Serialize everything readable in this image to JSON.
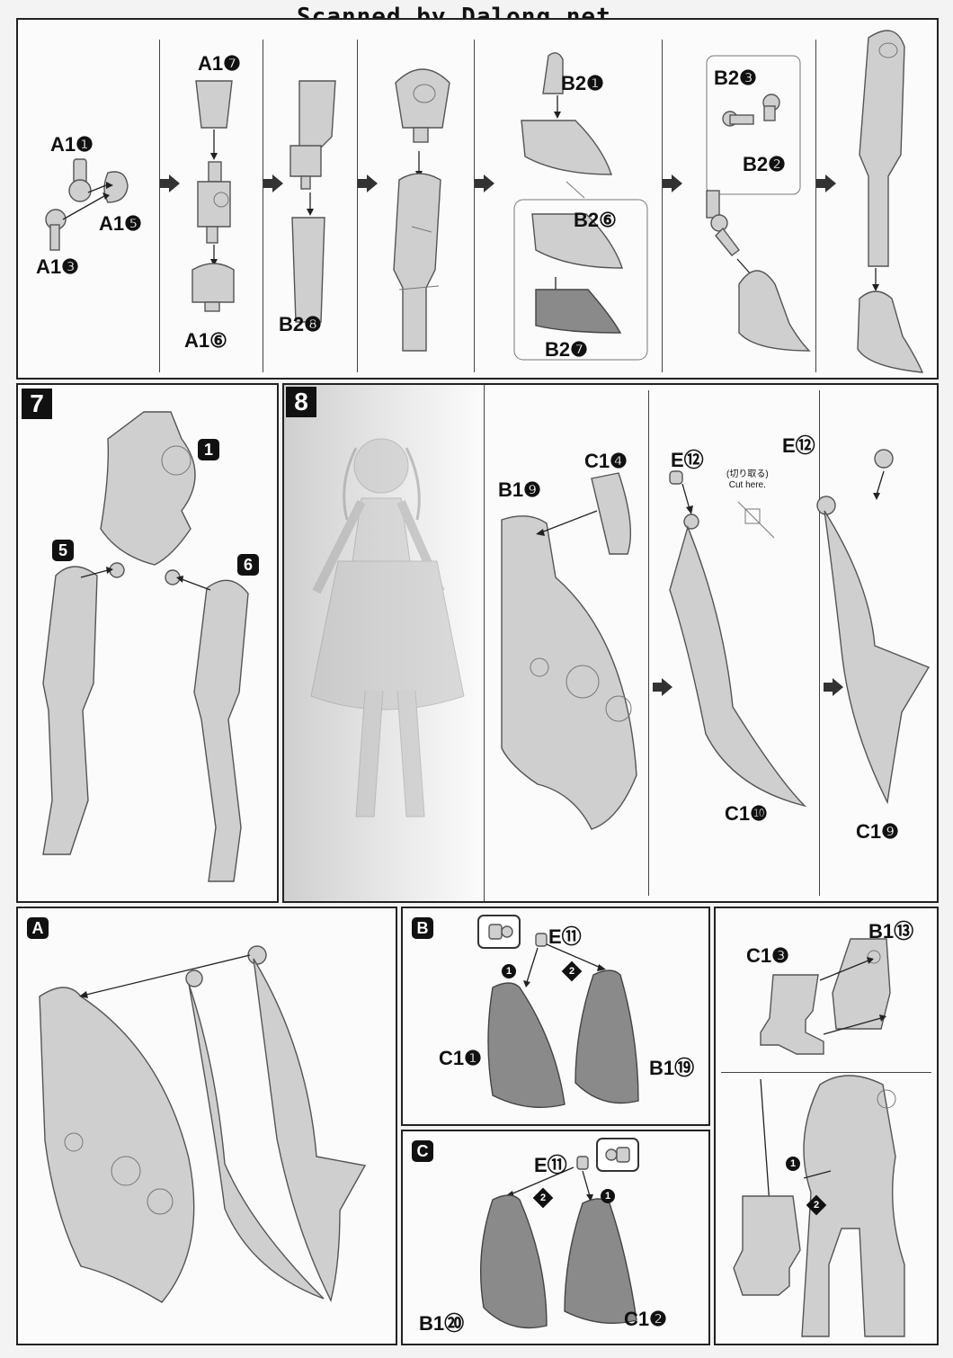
{
  "banner": "Scanned by Dalong.net",
  "top_row": {
    "labels": [
      "A1❶",
      "A1❺",
      "A1❸",
      "A1❼",
      "A1⑥",
      "B2❽",
      "B2❶",
      "B2⑥",
      "B2❼",
      "B2❸",
      "B2❷"
    ]
  },
  "step7": {
    "number": "7",
    "parts": [
      "1",
      "5",
      "6"
    ]
  },
  "step8": {
    "number": "8",
    "labels": [
      "B1❾",
      "C1❹",
      "E⑫",
      "E⑫",
      "C1❿",
      "C1❾"
    ],
    "cut_note_jp": "(切り取る)",
    "cut_note_en": "Cut here."
  },
  "sub_a": {
    "badge": "A"
  },
  "sub_b": {
    "badge": "B",
    "labels": [
      "E⑪",
      "C1❶",
      "B1⑲"
    ],
    "order": [
      "1",
      "2"
    ]
  },
  "sub_c": {
    "badge": "C",
    "labels": [
      "E⑪",
      "B1⑳",
      "C1❷"
    ],
    "order": [
      "2",
      "1"
    ]
  },
  "sub_d": {
    "labels": [
      "C1❸",
      "B1⑬"
    ],
    "order": [
      "1",
      "2"
    ]
  },
  "colors": {
    "panel_border": "#222222",
    "part_fill": "#cfcfcf",
    "part_dark": "#8a8a8a"
  }
}
